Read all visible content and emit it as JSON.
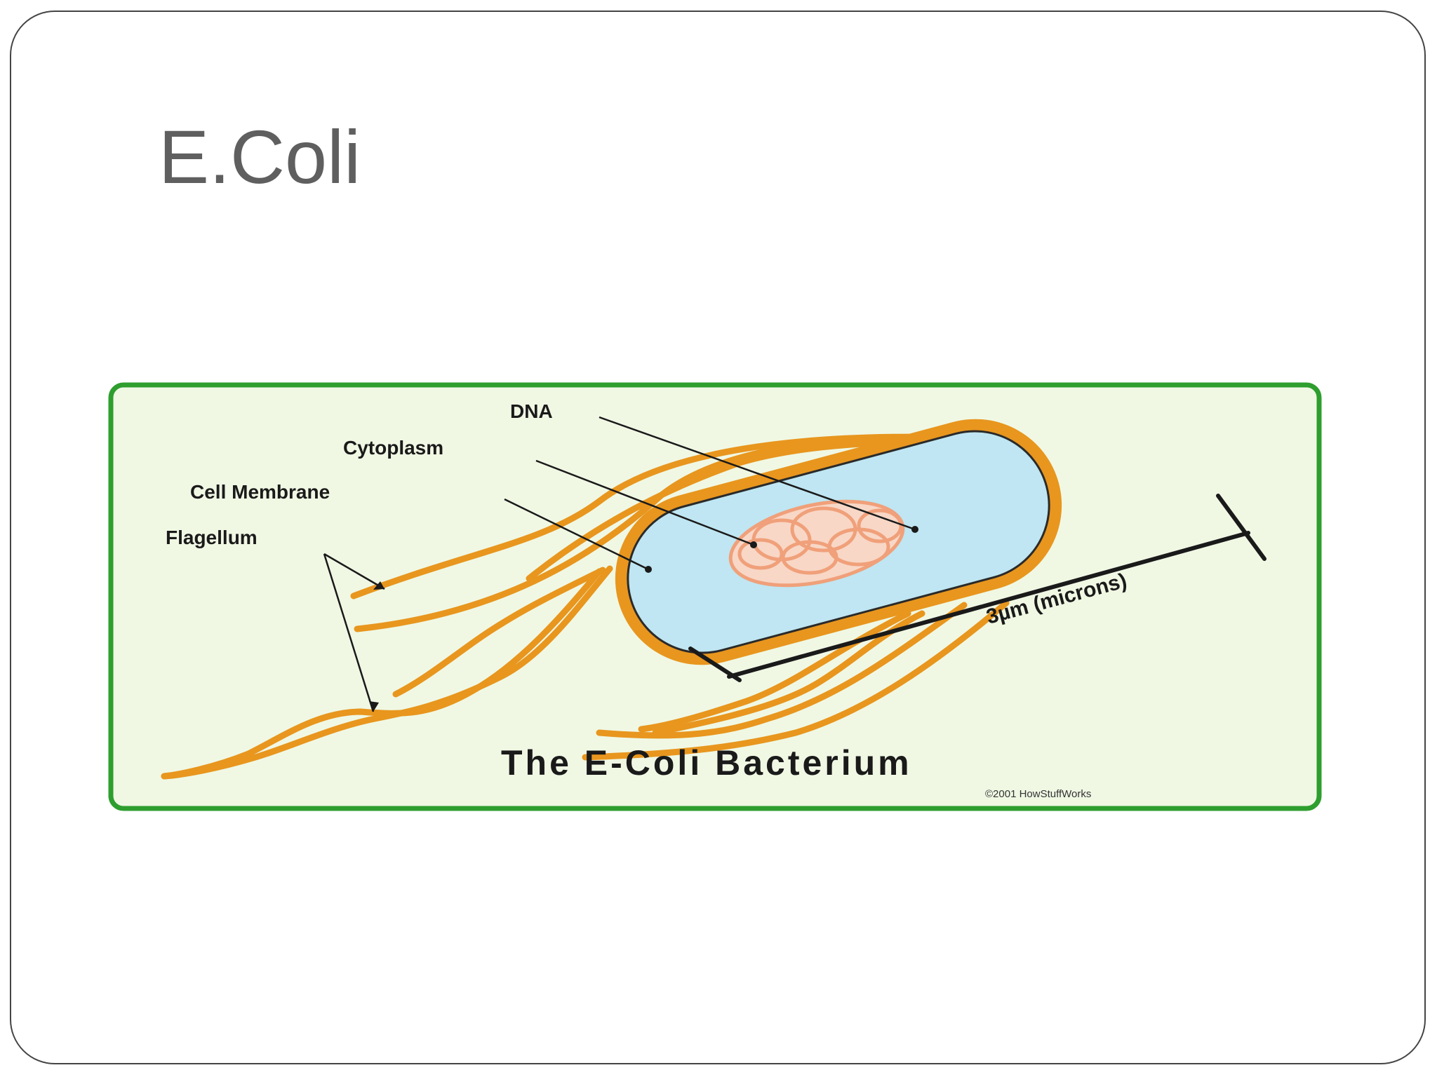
{
  "slide": {
    "title": "E.Coli"
  },
  "diagram": {
    "labels": {
      "dna": "DNA",
      "cytoplasm": "Cytoplasm",
      "cell_membrane": "Cell Membrane",
      "flagellum": "Flagellum",
      "scale": "3µm (microns)"
    },
    "caption": "The E-Coli Bacterium",
    "credit": "©2001 HowStuffWorks",
    "colors": {
      "border": "#2e9e2e",
      "background": "#f0f8e4",
      "flagella": "#e8961e",
      "cytoplasm": "#bfe6f2",
      "dna": "#f0a07a"
    }
  }
}
